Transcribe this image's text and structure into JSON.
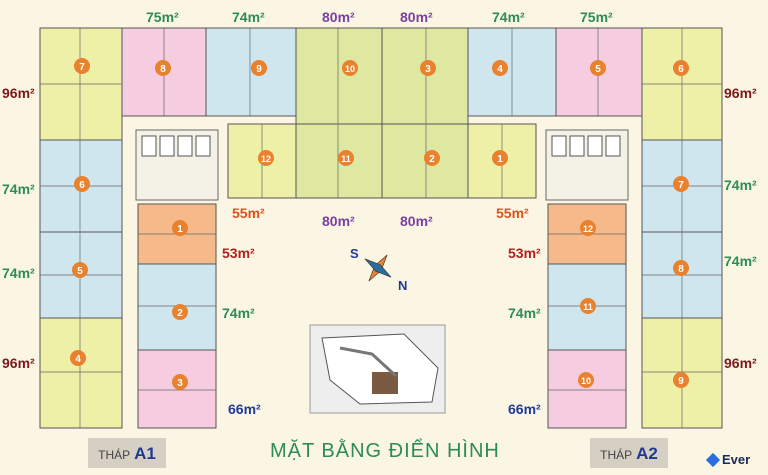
{
  "title": "MẶT BẰNG ĐIỂN HÌNH",
  "towers": [
    {
      "label": "THÁP",
      "code": "A1"
    },
    {
      "label": "THÁP",
      "code": "A2"
    }
  ],
  "compass": {
    "south": "S",
    "north": "N"
  },
  "logo_text": "Ever",
  "colors": {
    "green_area": "#2e8b57",
    "purple_area": "#7b3fa0",
    "maroon_area": "#7a1a1a",
    "orange_area": "#d9531e",
    "red_area": "#b0201e",
    "navy_area": "#1f3a93",
    "unit_yellow": "#eef0a8",
    "unit_pink": "#f5cce0",
    "unit_blue": "#cfe6ee",
    "unit_green": "#dfe8a0",
    "unit_orange": "#f6b98a",
    "badge_orange": "#e8822f"
  },
  "unit_numbers": [
    "1",
    "2",
    "3",
    "4",
    "5",
    "6",
    "7",
    "8",
    "9",
    "10",
    "11",
    "12"
  ],
  "areas": {
    "a75": "75m²",
    "a74": "74m²",
    "a80": "80m²",
    "a96": "96m²",
    "a55": "55m²",
    "a53": "53m²",
    "a66": "66m²"
  }
}
